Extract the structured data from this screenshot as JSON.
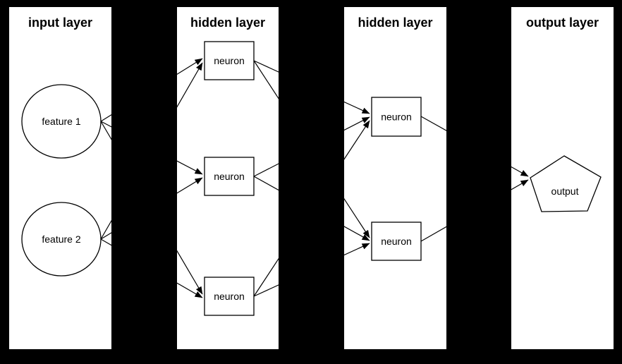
{
  "colors": {
    "background": "#000000",
    "panel_fill": "#ffffff",
    "stroke": "#000000",
    "text": "#000000"
  },
  "layers": [
    {
      "id": "input",
      "title": "input layer",
      "nodes": [
        {
          "id": "f1",
          "label": "feature 1",
          "shape": "ellipse"
        },
        {
          "id": "f2",
          "label": "feature 2",
          "shape": "ellipse"
        }
      ]
    },
    {
      "id": "hidden1",
      "title": "hidden layer",
      "nodes": [
        {
          "id": "h1n1",
          "label": "neuron",
          "shape": "rect"
        },
        {
          "id": "h1n2",
          "label": "neuron",
          "shape": "rect"
        },
        {
          "id": "h1n3",
          "label": "neuron",
          "shape": "rect"
        }
      ]
    },
    {
      "id": "hidden2",
      "title": "hidden layer",
      "nodes": [
        {
          "id": "h2n1",
          "label": "neuron",
          "shape": "rect"
        },
        {
          "id": "h2n2",
          "label": "neuron",
          "shape": "rect"
        }
      ]
    },
    {
      "id": "output",
      "title": "output layer",
      "nodes": [
        {
          "id": "out",
          "label": "output",
          "shape": "pentagon"
        }
      ]
    }
  ],
  "edges": [
    {
      "from": "f1",
      "to": "h1n1"
    },
    {
      "from": "f2",
      "to": "h1n1"
    },
    {
      "from": "f1",
      "to": "h1n2"
    },
    {
      "from": "f2",
      "to": "h1n2"
    },
    {
      "from": "f1",
      "to": "h1n3"
    },
    {
      "from": "f2",
      "to": "h1n3"
    },
    {
      "from": "h1n1",
      "to": "h2n1"
    },
    {
      "from": "h1n2",
      "to": "h2n1"
    },
    {
      "from": "h1n3",
      "to": "h2n1"
    },
    {
      "from": "h1n1",
      "to": "h2n2"
    },
    {
      "from": "h1n2",
      "to": "h2n2"
    },
    {
      "from": "h1n3",
      "to": "h2n2"
    },
    {
      "from": "h2n1",
      "to": "out"
    },
    {
      "from": "h2n2",
      "to": "out"
    }
  ]
}
